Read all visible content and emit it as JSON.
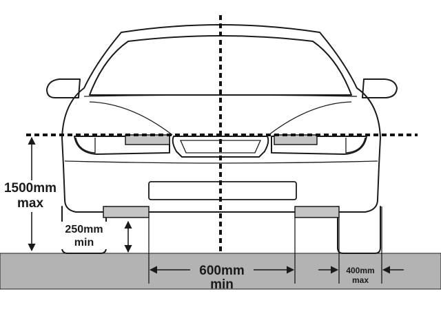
{
  "labels": {
    "height_max_value": "1500mm",
    "height_max_word": "max",
    "height_min_value": "250mm",
    "height_min_word": "min",
    "spacing_min_value": "600mm",
    "spacing_min_word": "min",
    "edge_max_value": "400mm",
    "edge_max_word": "max"
  },
  "colors": {
    "ground": "#b3b3b3",
    "lamp": "#c4c4c4",
    "line": "#1a1a1a"
  }
}
